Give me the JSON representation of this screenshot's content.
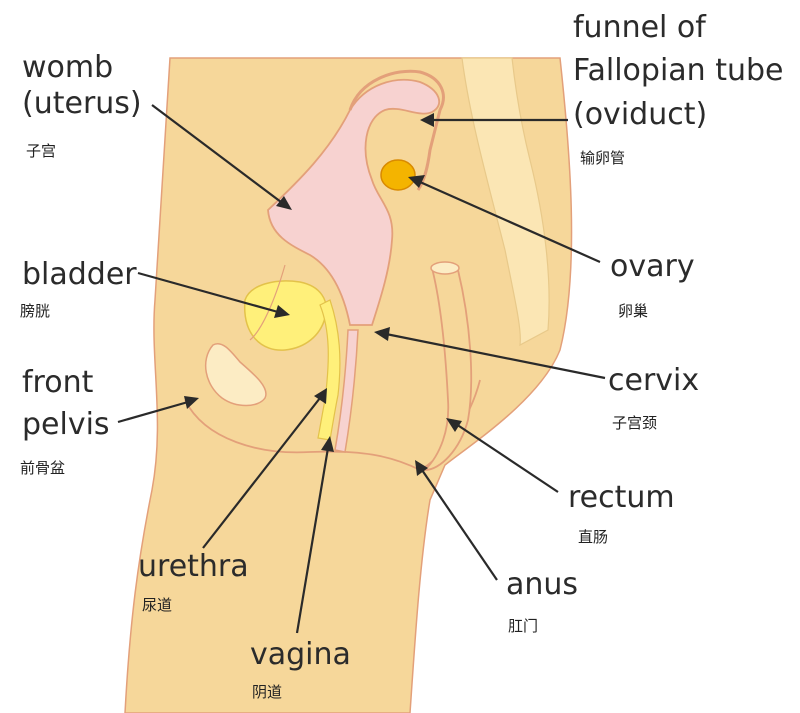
{
  "labels": {
    "womb": {
      "en": [
        "womb",
        "(uterus)"
      ],
      "zh": "子宫"
    },
    "funnel": {
      "en": [
        "funnel of",
        "Fallopian tube",
        "(oviduct)"
      ],
      "zh": "输卵管"
    },
    "bladder": {
      "en": [
        "bladder"
      ],
      "zh": "膀胱"
    },
    "ovary": {
      "en": [
        "ovary"
      ],
      "zh": "卵巢"
    },
    "front_pelvis": {
      "en": [
        "front",
        "pelvis"
      ],
      "zh": "前骨盆"
    },
    "cervix": {
      "en": [
        "cervix"
      ],
      "zh": "子宫颈"
    },
    "rectum": {
      "en": [
        "rectum"
      ],
      "zh": "直肠"
    },
    "urethra": {
      "en": [
        "urethra"
      ],
      "zh": "尿道"
    },
    "anus": {
      "en": [
        "anus"
      ],
      "zh": "肛门"
    },
    "vagina": {
      "en": [
        "vagina"
      ],
      "zh": "阴道"
    }
  },
  "colors": {
    "skin": "#f6d79a",
    "skin_outline": "#e3a07a",
    "bone": "#fcecc4",
    "uterus": "#f7d2d0",
    "bladder": "#fff07a",
    "ovary": "#f4b400",
    "leader": "#2a2a2a"
  }
}
